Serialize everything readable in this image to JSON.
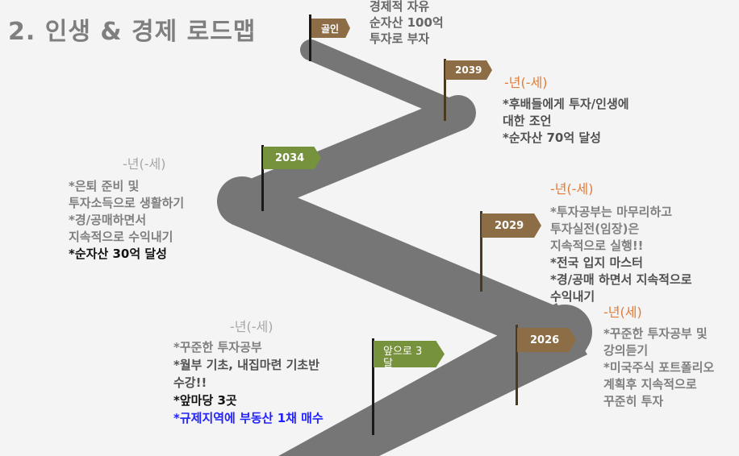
{
  "title": "2. 인생 & 경제 로드맵",
  "colors": {
    "road": "#767676",
    "flag_brown": "#8c6d45",
    "flag_green": "#77923c",
    "year_orange": "#e07b39",
    "highlight_blue": "#2222ff"
  },
  "goal": {
    "flag": "골인",
    "lines": [
      "경제적 자유",
      "순자산 100억",
      "투자로 부자"
    ]
  },
  "m2039": {
    "flag": "2039",
    "age": "-년(-세)",
    "lines": [
      "*후배들에게 투자/인생에",
      "대한 조언",
      "*순자산 70억 달성"
    ]
  },
  "m2034": {
    "flag": "2034",
    "age": "-년(-세)",
    "lines": [
      "*은퇴 준비 및",
      "투자소득으로 생활하기",
      "*경/공매하면서",
      "지속적으로 수익내기",
      "*순자산 30억 달성"
    ]
  },
  "m2029": {
    "flag": "2029",
    "age": "-년(-세)",
    "lines": [
      "*투자공부는 마무리하고",
      "투자실전(임장)은",
      "지속적으로 실행!!",
      "*전국 입지 마스터",
      "*경/공매 하면서 지속적으로",
      "수익내기"
    ]
  },
  "m2026": {
    "flag": "2026",
    "age": "-년(세)",
    "lines": [
      "*꾸준한 투자공부 및",
      "강의듣기",
      "*미국주식 포트폴리오",
      "계획후 지속적으로",
      "꾸준히 투자"
    ]
  },
  "next3": {
    "flag": "앞으로 3 달",
    "age": "-년(-세)",
    "lines": [
      "*꾸준한 투자공부",
      "*월부 기초, 내집마련 기초반",
      "수강!!",
      "*앞마당 3곳",
      "*규제지역에 부동산 1채 매수"
    ]
  }
}
